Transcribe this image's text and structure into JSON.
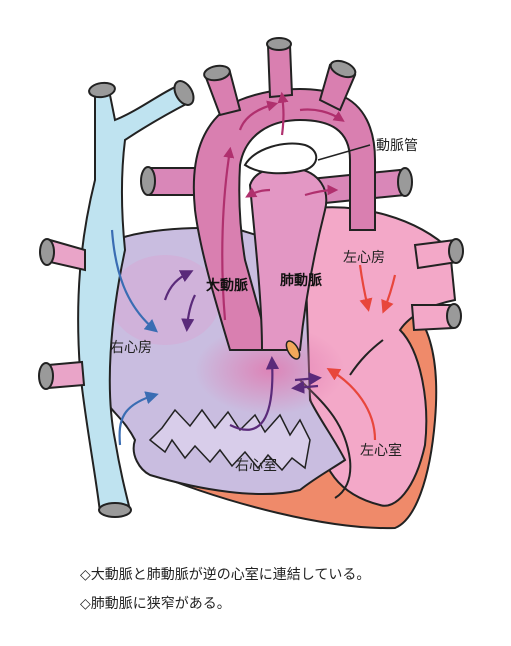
{
  "diagram": {
    "labels": {
      "ductus": "動脈管",
      "aorta": "大動脈",
      "pulmonary_artery": "肺動脈",
      "left_atrium": "左心房",
      "right_atrium": "右心房",
      "right_ventricle": "右心室",
      "left_ventricle": "左心室"
    },
    "colors": {
      "vena_cava": "#bfe3f0",
      "aorta": "#d97fb0",
      "pulmonary_artery": "#e397c4",
      "left_heart": "#f3a8c8",
      "right_heart": "#c9bde0",
      "myocardium_outer": "#ef8a6a",
      "arrow_blue": "#3a6db3",
      "arrow_purple": "#5a2a7a",
      "arrow_red": "#e8463c",
      "arrow_aorta": "#b0306e",
      "vessel_cap": "#9a9a9a"
    }
  },
  "captions": [
    "◇大動脈と肺動脈が逆の心室に連結している。",
    "◇肺動脈に狭窄がある。"
  ]
}
